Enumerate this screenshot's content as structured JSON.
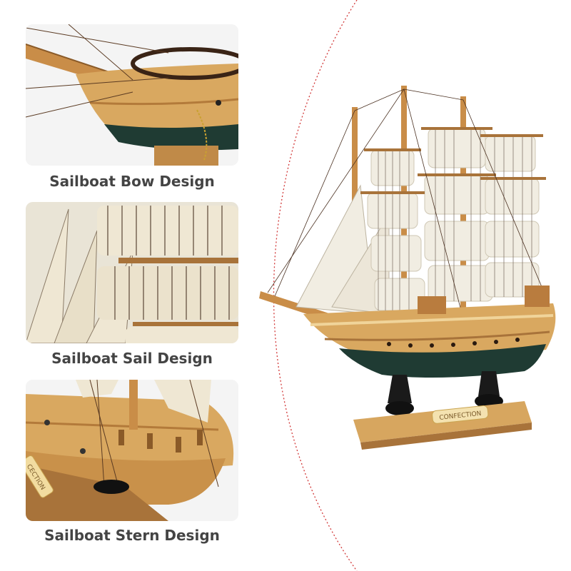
{
  "captions": {
    "bow": "Sailboat Bow Design",
    "sail": "Sailboat Sail Design",
    "stern": "Sailboat Stern Design"
  },
  "plaque_text": "CONFECTION",
  "stern_plaque_text": "CECTION",
  "colors": {
    "wood": "#d9a860",
    "wood_dark": "#a8733a",
    "hull_green": "#1f3b33",
    "sail": "#f1ede2",
    "sail_stripe": "#6a5a50",
    "divider": "#d23a3a",
    "caption": "#444444"
  }
}
